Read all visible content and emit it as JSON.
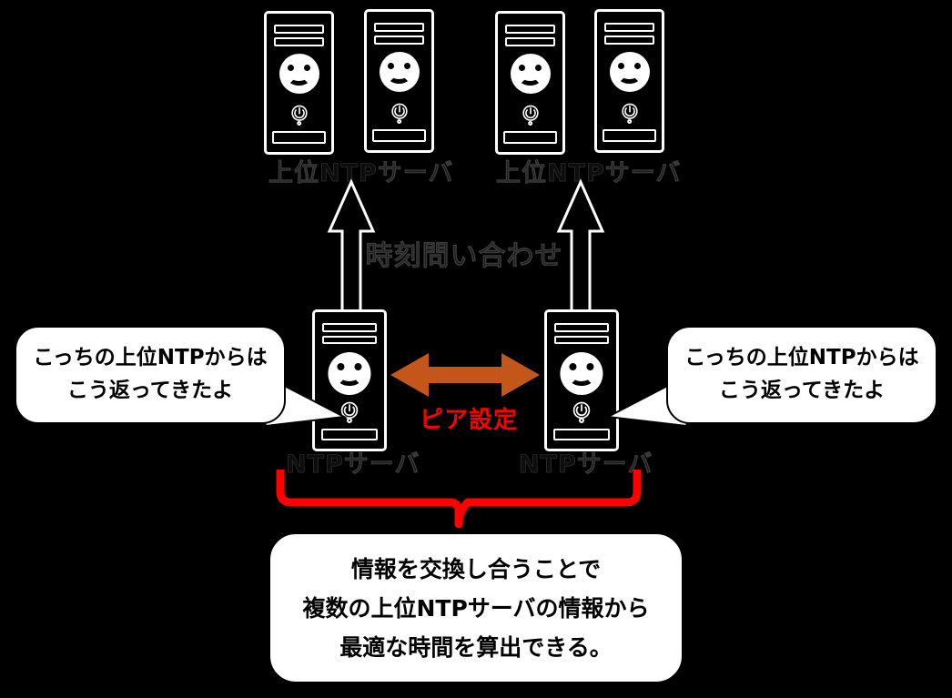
{
  "diagram": {
    "title_alt": "NTP peer configuration diagram",
    "background_color": "#000000"
  },
  "upstream_servers": {
    "group_left": {
      "label": "上位NTPサーバ",
      "count": 2
    },
    "group_right": {
      "label": "上位NTPサーバ",
      "count": 2
    }
  },
  "query_label": "時刻問い合わせ",
  "ntp_servers": [
    {
      "label": "NTPサーバ"
    },
    {
      "label": "NTPサーバ"
    }
  ],
  "peer": {
    "label": "ピア設定",
    "arrow_color": "#c4561a",
    "label_color": "#fc0000"
  },
  "callouts": {
    "left": {
      "line1": "こっちの上位NTPからは",
      "line2": "こう返ってきたよ"
    },
    "right": {
      "line1": "こっちの上位NTPからは",
      "line2": "こう返ってきたよ"
    }
  },
  "summary_box": {
    "line1": "情報を交換し合うことで",
    "line2": "複数の上位NTPサーバの情報から",
    "line3": "最適な時間を算出できる。"
  },
  "brace": {
    "color": "#ff0000"
  },
  "icons": {
    "power": "power-icon",
    "smiley": "smiley-face-icon",
    "up_arrow": "up-arrow-icon",
    "double_arrow": "double-headed-arrow-icon"
  }
}
